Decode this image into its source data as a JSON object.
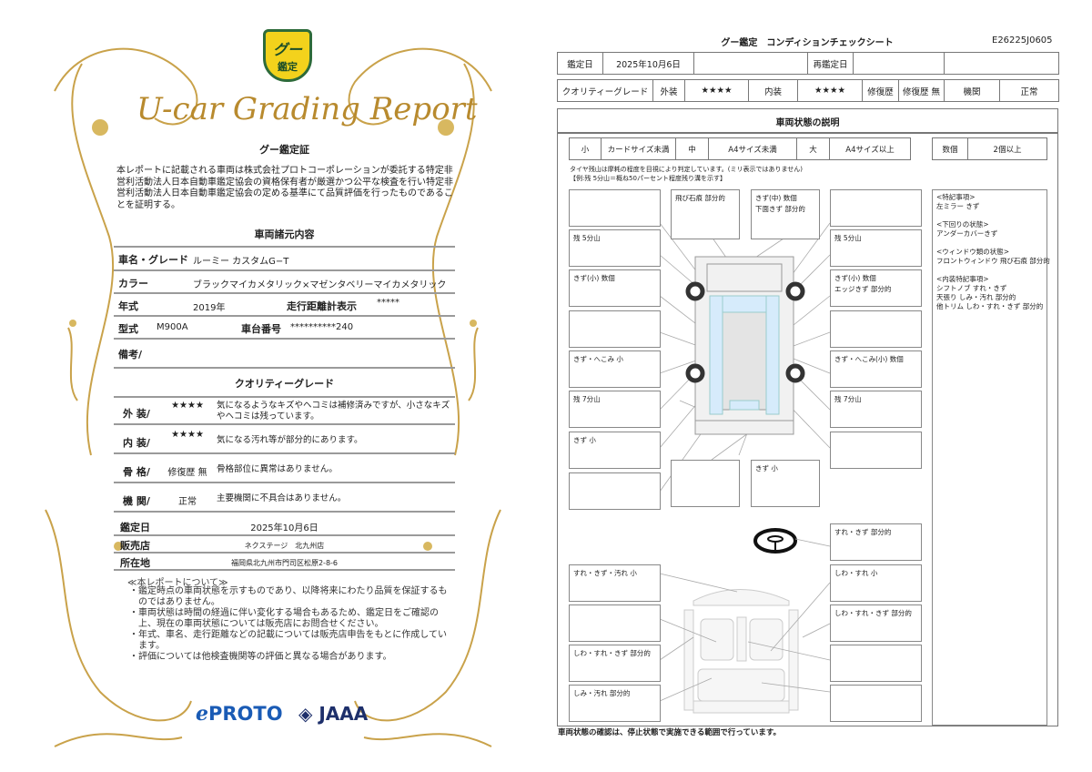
{
  "certificate": {
    "logo_text": "グー鑑定",
    "script_title": "U-car Grading Report",
    "title": "グー鑑定証",
    "intro": "本レポートに記載される車両は株式会社プロトコーポレーションが委託する特定非営利活動法人日本自動車鑑定協会の資格保有者が厳選かつ公平な検査を行い特定非営利活動法人日本自動車鑑定協会の定める基準にて品質評価を行ったものであることを証明する。",
    "specs_title": "車両諸元内容",
    "specs": {
      "name_label": "車名・グレード",
      "name": "ルーミー カスタムG−T",
      "color_label": "カラー",
      "color": "ブラックマイカメタリック×マゼンタベリーマイカメタリック",
      "year_label": "年式",
      "year": "2019年",
      "mileage_label": "走行距離計表示",
      "mileage": "*****",
      "model_label": "型式",
      "model": "M900A",
      "chassis_label": "車台番号",
      "chassis": "**********240",
      "remarks_label": "備考/"
    },
    "grade_title": "クオリティーグレード",
    "grades": [
      {
        "label": "外 装/",
        "value": "★★★★",
        "desc": "気になるようなキズやヘコミは補修済みですが、小さなキズやヘコミは残っています。"
      },
      {
        "label": "内 装/",
        "value": "★★★★",
        "desc": "気になる汚れ等が部分的にあります。"
      },
      {
        "label": "骨 格/",
        "value": "修復歴 無",
        "desc": "骨格部位に異常はありません。"
      },
      {
        "label": "機 関/",
        "value": "正常",
        "desc": "主要機関に不具合はありません。"
      }
    ],
    "date_label": "鑑定日",
    "date": "2025年10月6日",
    "dealer_label": "販売店",
    "dealer": "ネクステージ　北九州店",
    "address_label": "所在地",
    "address": "福岡県北九州市門司区松原2-8-6",
    "notes_title": "≪本レポートについて≫",
    "notes": [
      "・鑑定時点の車両状態を示すものであり、以降将来にわたり品質を保証するものではありません。",
      "・車両状態は時間の経過に伴い変化する場合もあるため、鑑定日をご確認の上、現在の車両状態については販売店にお問合せください。",
      "・年式、車名、走行距離などの記載については販売店申告をもとに作成しています。",
      "・評価については他検査機関等の評価と異なる場合があります。"
    ],
    "logos": {
      "proto": "PROTO",
      "jaaa": "JAAA"
    }
  },
  "sheet": {
    "title": "グー鑑定　コンディションチェックシート",
    "id": "E26225J0605",
    "date_label": "鑑定日",
    "date": "2025年10月6日",
    "redate_label": "再鑑定日",
    "grade_label": "クオリティーグレード",
    "exterior_label": "外装",
    "exterior": "★★★★",
    "interior_label": "内装",
    "interior": "★★★★",
    "repair_label": "修復歴",
    "repair": "修復歴 無",
    "engine_label": "機関",
    "engine": "正常",
    "section_title": "車両状態の説明",
    "legend": [
      "小",
      "カードサイズ未満",
      "中",
      "A4サイズ未満",
      "大",
      "A4サイズ以上"
    ],
    "count_label": "数個",
    "count": "2個以上",
    "tire_note1": "タイヤ残山は摩耗の程度を目視により判定しています。(ミリ表示ではありません)",
    "tire_note2": "【例:残 5分山＝概ね50パーセント程度残り溝を示す】",
    "exterior_boxes": [
      "",
      "残 5分山",
      "きず(小) 数個",
      "",
      "きず・へこみ 小",
      "残 7分山",
      "きず 小",
      "",
      "飛び石痕 部分的",
      "きず(中) 数個\n下面きず 部分的",
      "",
      "残 5分山",
      "きず(小) 数個\nエッジきず 部分的",
      "",
      "きず・へこみ(小) 数個",
      "残 7分山",
      "",
      "",
      "きず 小"
    ],
    "interior_boxes": [
      "すれ・きず 部分的",
      "しわ・すれ 小",
      "しわ・すれ・きず 部分的",
      "",
      "",
      "すれ・きず・汚れ 小",
      "",
      "しわ・すれ・きず 部分的",
      "しみ・汚れ 部分的"
    ],
    "notes": "<特記事項>\n左ミラー きず\n\n<下回りの状態>\nアンダーカバーきず\n\n<ウィンドウ類の状態>\nフロントウィンドウ 飛び石痕 部分的\n\n<内装特記事項>\nシフトノブ すれ・きず\n天張り しみ・汚れ 部分的\n他トリム しわ・すれ・きず 部分的",
    "footer": "車両状態の確認は、停止状態で実施できる範囲で行っています。"
  },
  "colors": {
    "gold": "#c9a24a",
    "proto_blue": "#1a5bb5",
    "jaaa_navy": "#1d2f6b"
  }
}
